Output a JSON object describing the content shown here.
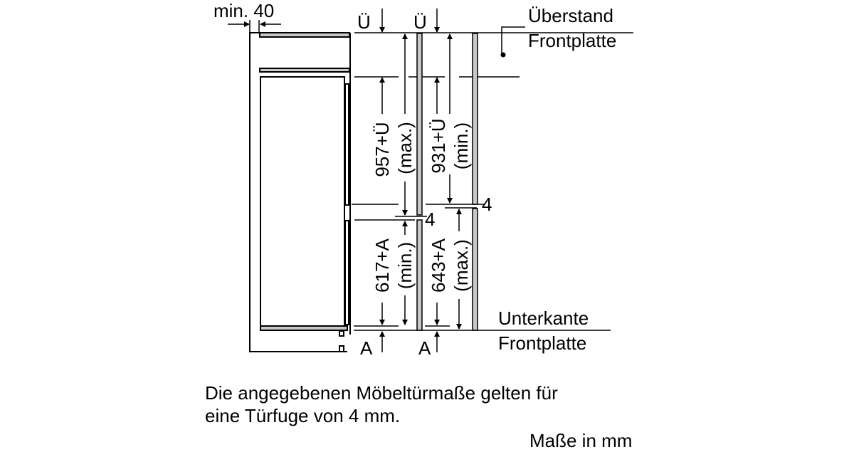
{
  "labels": {
    "min_gap": "min. 40",
    "u_marker": "Ü",
    "a_marker": "A",
    "ueberstand_line1": "Überstand",
    "ueberstand_line2": "Frontplatte",
    "unterkante_line1": "Unterkante",
    "unterkante_line2": "Frontplatte",
    "dim_upper_max": "957+Ü",
    "dim_upper_max_qual": "(max.)",
    "dim_upper_min": "931+Ü",
    "dim_upper_min_qual": "(min.)",
    "dim_lower_min": "617+A",
    "dim_lower_min_qual": "(min.)",
    "dim_lower_max": "643+A",
    "dim_lower_max_qual": "(max.)",
    "gap": "4"
  },
  "notes": {
    "line1": "Die angegebenen Möbeltürmaße gelten für",
    "line2": "eine Türfuge von 4 mm.",
    "units": "Maße in mm"
  },
  "colors": {
    "panel_fill": "#c8c8c8",
    "line": "#000000"
  }
}
